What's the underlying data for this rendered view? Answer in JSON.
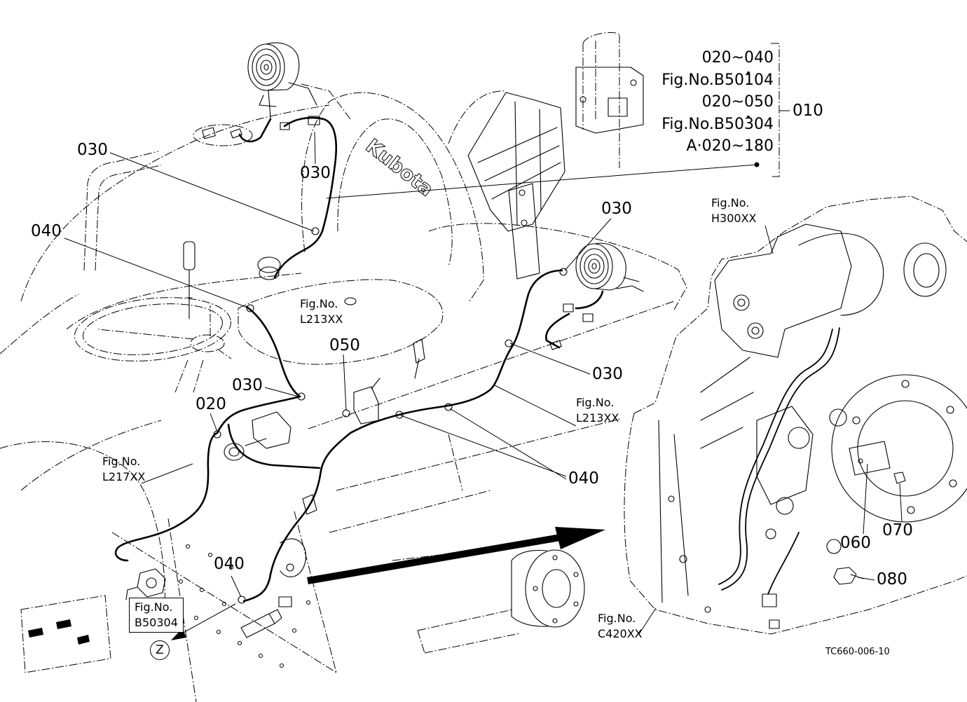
{
  "reference_note": {
    "lines": [
      "020~040",
      "Fig.No.B50104",
      "020~050",
      "Fig.No.B50304",
      "A·020~180"
    ],
    "part_number": "010"
  },
  "callouts": [
    "030",
    "030",
    "040",
    "050",
    "030",
    "020",
    "040",
    "030",
    "030",
    "040",
    "060",
    "070",
    "080"
  ],
  "figure_refs": [
    {
      "prefix": "Fig.No.",
      "code": "L213XX"
    },
    {
      "prefix": "Fig.No.",
      "code": "L217XX"
    },
    {
      "prefix": "Fig.No.",
      "code": "B50304"
    },
    {
      "prefix": "Fig.No.",
      "code": "H300XX"
    },
    {
      "prefix": "Fig.No.",
      "code": "L213XX"
    },
    {
      "prefix": "Fig.No.",
      "code": "C420XX"
    }
  ],
  "view_marker": "Z",
  "brand_mark": "Kubota",
  "drawing_number": "TC660-006-10"
}
